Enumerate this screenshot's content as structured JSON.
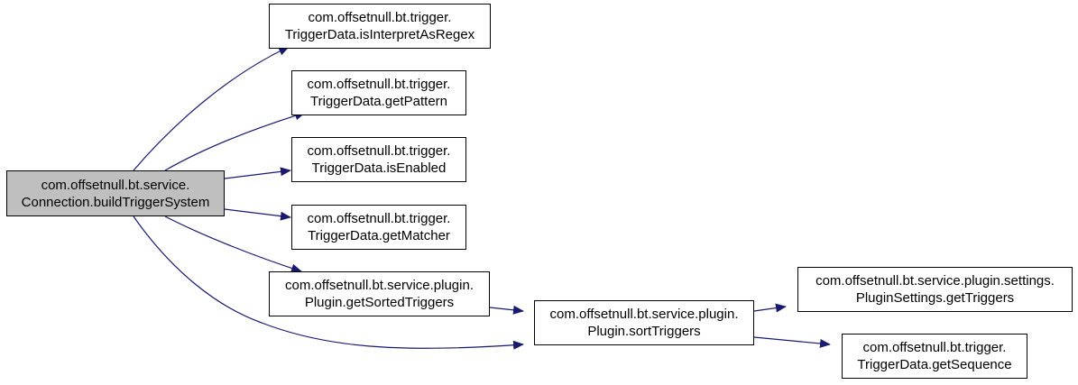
{
  "graph": {
    "edge_color": "#191970",
    "root_fill": "#bfbfbf",
    "nodes": [
      {
        "id": "build",
        "line1": "com.offsetnull.bt.service.",
        "line2": "Connection.buildTriggerSystem",
        "root": true
      },
      {
        "id": "isregex",
        "line1": "com.offsetnull.bt.trigger.",
        "line2": "TriggerData.isInterpretAsRegex"
      },
      {
        "id": "getpattern",
        "line1": "com.offsetnull.bt.trigger.",
        "line2": "TriggerData.getPattern"
      },
      {
        "id": "isenabled",
        "line1": "com.offsetnull.bt.trigger.",
        "line2": "TriggerData.isEnabled"
      },
      {
        "id": "getmatcher",
        "line1": "com.offsetnull.bt.trigger.",
        "line2": "TriggerData.getMatcher"
      },
      {
        "id": "getsorted",
        "line1": "com.offsetnull.bt.service.plugin.",
        "line2": "Plugin.getSortedTriggers"
      },
      {
        "id": "sorttriggers",
        "line1": "com.offsetnull.bt.service.plugin.",
        "line2": "Plugin.sortTriggers"
      },
      {
        "id": "settingsget",
        "line1": "com.offsetnull.bt.service.plugin.settings.",
        "line2": "PluginSettings.getTriggers"
      },
      {
        "id": "getsequence",
        "line1": "com.offsetnull.bt.trigger.",
        "line2": "TriggerData.getSequence"
      }
    ],
    "edges": [
      {
        "from": "build",
        "to": "isregex"
      },
      {
        "from": "build",
        "to": "getpattern"
      },
      {
        "from": "build",
        "to": "isenabled"
      },
      {
        "from": "build",
        "to": "getmatcher"
      },
      {
        "from": "build",
        "to": "getsorted"
      },
      {
        "from": "build",
        "to": "sorttriggers"
      },
      {
        "from": "getsorted",
        "to": "sorttriggers"
      },
      {
        "from": "sorttriggers",
        "to": "settingsget"
      },
      {
        "from": "sorttriggers",
        "to": "getsequence"
      }
    ]
  }
}
